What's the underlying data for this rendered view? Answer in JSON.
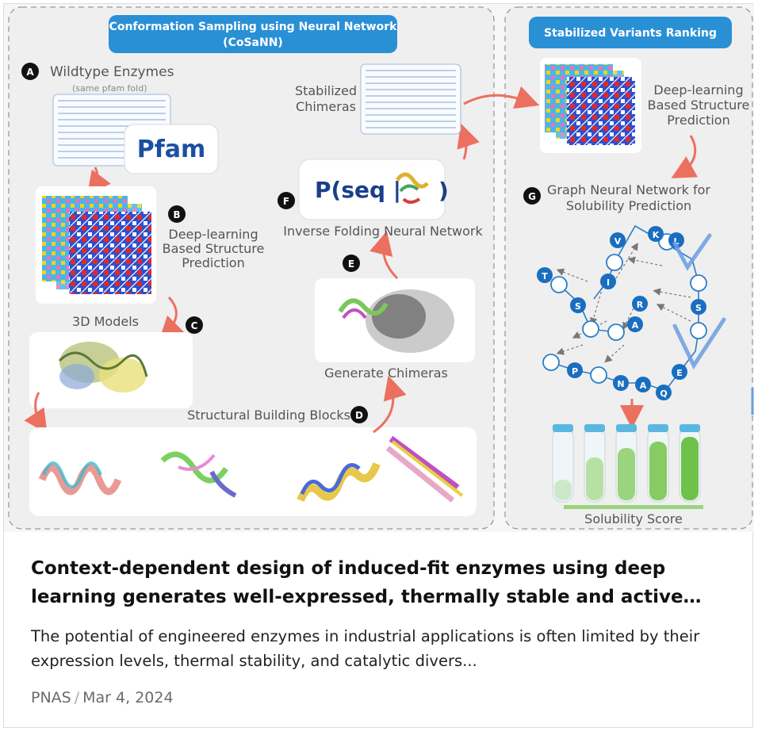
{
  "figure": {
    "left_header": "Conformation Sampling using Neural Network",
    "left_header_sub": "(CoSaNN)",
    "right_header": "Stabilized Variants Ranking",
    "step_a_letter": "A",
    "step_a_label": "Wildtype Enzymes",
    "step_a_sub": "(same pfam fold)",
    "pfam_logo": "Pfam",
    "step_b_letter": "B",
    "step_b_line1": "Deep-learning",
    "step_b_line2": "Based Structure",
    "step_b_line3": "Prediction",
    "models_label": "3D Models",
    "step_c_letter": "C",
    "blocks_label": "Structural Building Blocks",
    "step_d_letter": "D",
    "step_e_letter": "E",
    "chimeras_label": "Generate Chimeras",
    "step_f_letter": "F",
    "pseq_text": "P(seq |",
    "pseq_close": ")",
    "inverse_label": "Inverse Folding Neural Network",
    "stabilized_line1": "Stabilized",
    "stabilized_line2": "Chimeras",
    "right_dl_line1": "Deep-learning",
    "right_dl_line2": "Based Structure",
    "right_dl_line3": "Prediction",
    "step_g_letter": "G",
    "gnn_line1": "Graph Neural Network for",
    "gnn_line2": "Solubility Prediction",
    "solubility_label": "Solubility Score",
    "graph_nodes": [
      "V",
      "K",
      "L",
      "T",
      "S",
      "I",
      "R",
      "S",
      "A",
      "P",
      "N",
      "A",
      "Q",
      "E"
    ]
  },
  "article": {
    "title": "Context-dependent design of induced-fit enzymes using deep learning generates well-expressed, thermally stable and active…",
    "description": "The potential of engineered enzymes in industrial applications is often limited by their expression levels, thermal stability, and catalytic divers...",
    "source": "PNAS",
    "separator": "/",
    "date": "Mar 4, 2024"
  }
}
